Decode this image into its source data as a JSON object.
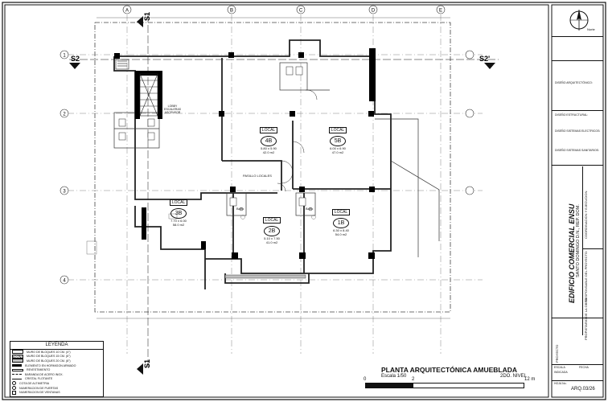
{
  "axes": {
    "top": [
      "A",
      "B",
      "C",
      "D",
      "E"
    ],
    "left": [
      "1",
      "2",
      "3",
      "4"
    ]
  },
  "sections": {
    "horizontal": "S2",
    "horizontal_end": "S2'",
    "vertical": "S1"
  },
  "north_label": "Norte",
  "units": [
    {
      "id": "4B",
      "label": "LOCAL",
      "dims": "5.80 x 5.90",
      "area": "42.0 m2"
    },
    {
      "id": "5B",
      "label": "LOCAL",
      "dims": "6.00 x 6.90",
      "area": "47.0 m2"
    },
    {
      "id": "3B",
      "label": "LOCAL",
      "dims": "7.70 x 6.00",
      "area": "58.0 m2"
    },
    {
      "id": "2B",
      "label": "LOCAL",
      "dims": "5.10 x 7.50",
      "area": "41.0 m2"
    },
    {
      "id": "1B",
      "label": "LOCAL",
      "dims": "6.30 x 8.40",
      "area": "54.0 m2"
    }
  ],
  "room_labels": {
    "lobby": "LOBBY\nESCALERAS\nASCENSOR",
    "corridor": "PASILLO LOCALES",
    "bano": "Baño"
  },
  "legend": {
    "title": "LEYENDA",
    "items": [
      "MURO DE BLOQUES 10 CM. (4\")",
      "MURO DE BLOQUES 15 CM. (6\")",
      "MURO DE BLOQUES 20 CM. (8\")",
      "ELEMENTO EN HORMIGON  ARMADO",
      "REVESTIMIENTO",
      "BARANDA DE ACERO INOX.",
      "CRISTAL FLOTANTE",
      "COTA DE ALTIMETRIA",
      "NUMERACION DE PUERTAS",
      "NUMERACION DE VENTANAS"
    ]
  },
  "plan_title": {
    "title": "PLANTA ARQUITECTÓNICA AMUEBLADA",
    "scale": "Escala 1/50",
    "level": "2DO. NIVEL"
  },
  "scale_bar": {
    "ticks": [
      "0",
      "2",
      "12 m"
    ]
  },
  "title_block": {
    "section_headers": [
      "DISEÑO ARQUITECTÓNICO:",
      "DISEÑO ESTRUCTURAL:",
      "DISEÑO SISTEMAS ELECTRICOS:",
      "DISEÑO SISTEMAS SANITARIOS:"
    ],
    "project_name": "EDIFICIO COMERCIAL ENSU",
    "project_location": "SANTO DOMINGO D.N., REP. DOM.",
    "coordination": "COORDINACION Y EJECUCION:",
    "responsible": "RESPONSABLE DEL PROYECTO:",
    "owner": "PROPIETARIO DE LA OBRA:",
    "project_label": "PROYECTO",
    "scale_label": "ESCALA",
    "scale_value": "INDICADA",
    "date_label": "FECHA",
    "sheet_label": "HOJA No.",
    "sheet_number": "ARQ.03/26"
  },
  "colors": {
    "ink": "#111111",
    "line": "#333333",
    "fill_dark": "#000000",
    "fill_grey": "#bfbfbf"
  }
}
